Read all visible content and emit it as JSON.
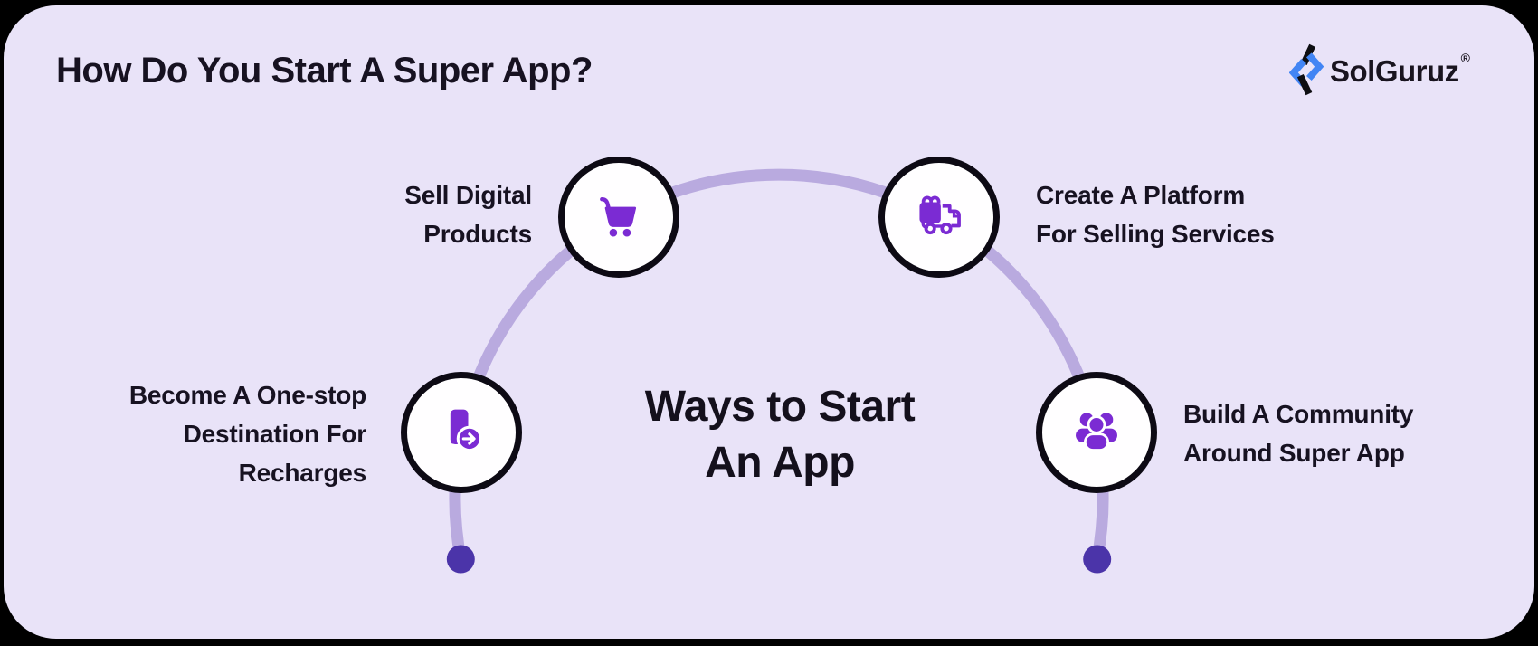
{
  "header": {
    "title": "How Do You Start A Super App?"
  },
  "logo": {
    "text": "SolGuruz",
    "registered_mark": "®",
    "icon": "solguruz-bolt-icon"
  },
  "center": {
    "line1": "Ways to Start",
    "line2": "An App"
  },
  "nodes": [
    {
      "id": "sell-digital-products",
      "icon": "shopping-cart-icon",
      "lines": [
        "Sell Digital",
        "Products"
      ]
    },
    {
      "id": "platform-selling-services",
      "icon": "delivery-truck-icon",
      "lines": [
        "Create A Platform",
        "For Selling Services"
      ]
    },
    {
      "id": "one-stop-recharges",
      "icon": "mobile-recharge-icon",
      "lines": [
        "Become A One-stop",
        "Destination For",
        "Recharges"
      ]
    },
    {
      "id": "community-super-app",
      "icon": "community-people-icon",
      "lines": [
        "Build A Community",
        "Around Super App"
      ]
    }
  ],
  "colors": {
    "frame-bg": "#000000",
    "card-bg": "#E9E3F8",
    "arc-color": "#B9AADF",
    "dot-color": "#4B34A9",
    "icon-purple": "#7B2BD3",
    "ring-black": "#0D0A14",
    "text-dark": "#171221",
    "logo-blue": "#4285F4",
    "logo-black": "#0E0E12",
    "node-fill": "#FFFEFF"
  }
}
